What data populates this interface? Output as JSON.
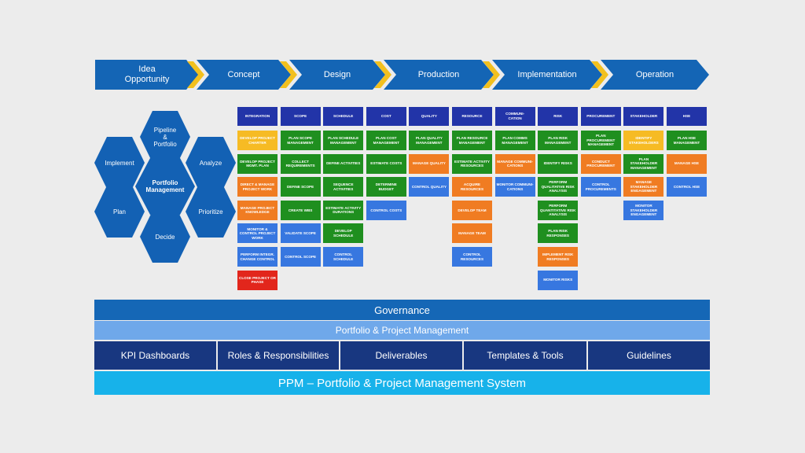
{
  "colors": {
    "phase_blue": "#1465b5",
    "chevron_yellow": "#f2c01e",
    "hex_blue": "#1361b4",
    "header_navy": "#2234a8",
    "green": "#1f8f1f",
    "orange": "#f07c22",
    "blue": "#3777e0",
    "yellow": "#f6bb24",
    "red": "#e2261c",
    "governance": "#1567b6",
    "ppm_light": "#6fa8ea",
    "pillar_navy": "#183780",
    "system_cyan": "#17b2ea"
  },
  "phases": [
    "Idea\nOpportunity",
    "Concept",
    "Design",
    "Production",
    "Implementation",
    "Operation"
  ],
  "hexagons": {
    "center": "Portfolio\nManagement",
    "top": "Pipeline\n&\nPortfolio",
    "upper_right": "Analyze",
    "lower_right": "Prioritize",
    "bottom": "Decide",
    "lower_left": "Plan",
    "upper_left": "Implement"
  },
  "process_columns": [
    {
      "header": "Integration",
      "items": [
        {
          "label": "Develop Project Charter",
          "color": "yellow"
        },
        {
          "label": "Develop Project Mgmt. Plan",
          "color": "green"
        },
        {
          "label": "Direct & Manage Project Work",
          "color": "orange"
        },
        {
          "label": "Manage Project Knowledge",
          "color": "orange"
        },
        {
          "label": "Monitor & Control Project Work",
          "color": "blue"
        },
        {
          "label": "Perform Integr. Change Control",
          "color": "blue"
        },
        {
          "label": "Close Project or Phase",
          "color": "red"
        }
      ]
    },
    {
      "header": "Scope",
      "items": [
        {
          "label": "Plan Scope Management",
          "color": "green"
        },
        {
          "label": "Collect Requirements",
          "color": "green"
        },
        {
          "label": "Define Scope",
          "color": "green"
        },
        {
          "label": "Create WBS",
          "color": "green"
        },
        {
          "label": "Validate Scope",
          "color": "blue"
        },
        {
          "label": "Control Scope",
          "color": "blue"
        }
      ]
    },
    {
      "header": "Schedule",
      "items": [
        {
          "label": "Plan Schedule Management",
          "color": "green"
        },
        {
          "label": "Define Activities",
          "color": "green"
        },
        {
          "label": "Sequence Activities",
          "color": "green"
        },
        {
          "label": "Estimate Activity Durations",
          "color": "green"
        },
        {
          "label": "Develop Schedule",
          "color": "green"
        },
        {
          "label": "Control Schedule",
          "color": "blue"
        }
      ]
    },
    {
      "header": "Cost",
      "items": [
        {
          "label": "Plan Cost Management",
          "color": "green"
        },
        {
          "label": "Estimate Costs",
          "color": "green"
        },
        {
          "label": "Determine Budget",
          "color": "green"
        },
        {
          "label": "Control Costs",
          "color": "blue"
        }
      ]
    },
    {
      "header": "Quality",
      "items": [
        {
          "label": "Plan Quality Management",
          "color": "green"
        },
        {
          "label": "Manage Quality",
          "color": "orange"
        },
        {
          "label": "Control Quality",
          "color": "blue"
        }
      ]
    },
    {
      "header": "Resource",
      "items": [
        {
          "label": "Plan Resource Management",
          "color": "green"
        },
        {
          "label": "Estimate Activity Resources",
          "color": "green"
        },
        {
          "label": "Acquire Resources",
          "color": "orange"
        },
        {
          "label": "Develop Team",
          "color": "orange"
        },
        {
          "label": "Manage Team",
          "color": "orange"
        },
        {
          "label": "Control Resources",
          "color": "blue"
        }
      ]
    },
    {
      "header": "Communi-\ncation",
      "items": [
        {
          "label": "Plan Comms Management",
          "color": "green"
        },
        {
          "label": "Manage Communi-cations",
          "color": "orange"
        },
        {
          "label": "Monitor Communi-cations",
          "color": "blue"
        }
      ]
    },
    {
      "header": "Risk",
      "items": [
        {
          "label": "Plan Risk Management",
          "color": "green"
        },
        {
          "label": "Identify Risks",
          "color": "green"
        },
        {
          "label": "Perform Qualitative Risk Analysis",
          "color": "green"
        },
        {
          "label": "Perform Quantitative Risk Analysis",
          "color": "green"
        },
        {
          "label": "Plan Risk Responses",
          "color": "green"
        },
        {
          "label": "Implement Risk Responses",
          "color": "orange"
        },
        {
          "label": "Monitor Risks",
          "color": "blue"
        }
      ]
    },
    {
      "header": "Procurement",
      "items": [
        {
          "label": "Plan Procurement Management",
          "color": "green"
        },
        {
          "label": "Conduct Procurement",
          "color": "orange"
        },
        {
          "label": "Control Procurements",
          "color": "blue"
        }
      ]
    },
    {
      "header": "Stakeholder",
      "items": [
        {
          "label": "Identify Stakeholders",
          "color": "yellow"
        },
        {
          "label": "Plan Stakeholder Management",
          "color": "green"
        },
        {
          "label": "Manage Stakeholder Engagement",
          "color": "orange"
        },
        {
          "label": "Monitor Stakeholder Engagement",
          "color": "blue"
        }
      ]
    },
    {
      "header": "HSE",
      "items": [
        {
          "label": "Plan HSE Management",
          "color": "green"
        },
        {
          "label": "Manage HSE",
          "color": "orange"
        },
        {
          "label": "Control HSE",
          "color": "blue"
        }
      ]
    }
  ],
  "governance": "Governance",
  "ppm": "Portfolio & Project Management",
  "pillars": [
    "KPI Dashboards",
    "Roles & Responsibilities",
    "Deliverables",
    "Templates & Tools",
    "Guidelines"
  ],
  "system": "PPM – Portfolio & Project Management System"
}
